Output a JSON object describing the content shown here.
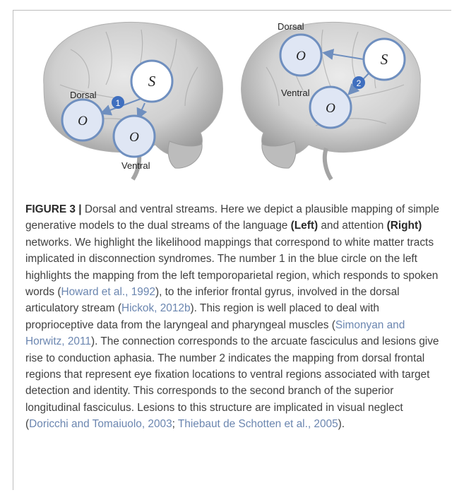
{
  "figure": {
    "left_panel": {
      "source_node": "S",
      "dorsal_node": "O",
      "ventral_node": "O",
      "dorsal_label": "Dorsal",
      "ventral_label": "Ventral",
      "badge": "1"
    },
    "right_panel": {
      "source_node": "S",
      "dorsal_node": "O",
      "ventral_node": "O",
      "dorsal_label": "Dorsal",
      "ventral_label": "Ventral",
      "badge": "2"
    }
  },
  "caption": {
    "lead": "FIGURE 3 |",
    "t1": " Dorsal and ventral streams. Here we depict a plausible mapping of simple generative models to the dual streams of the language ",
    "left": "(Left)",
    "t2": " and attention ",
    "right": "(Right)",
    "t3": " networks. We highlight the likelihood mappings that correspond to white matter tracts implicated in disconnection syndromes. The number 1 in the blue circle on the left highlights the mapping from the left temporoparietal region, which responds to spoken words (",
    "c1": "Howard et al., 1992",
    "t4": "), to the inferior frontal gyrus, involved in the dorsal articulatory stream (",
    "c2": "Hickok, 2012b",
    "t5": "). This region is well placed to deal with proprioceptive data from the laryngeal and pharyngeal muscles (",
    "c3": "Simonyan and Horwitz, 2011",
    "t6": "). The connection corresponds to the arcuate fasciculus and lesions give rise to conduction aphasia. The number 2 indicates the mapping from dorsal frontal regions that represent eye fixation locations to ventral regions associated with target detection and identity. This corresponds to the second branch of the superior longitudinal fasciculus. Lesions to this structure are implicated in visual neglect (",
    "c4": "Doricchi and Tomaiuolo, 2003",
    "t7": "; ",
    "c5": "Thiebaut de Schotten et al., 2005",
    "t8": ")."
  }
}
